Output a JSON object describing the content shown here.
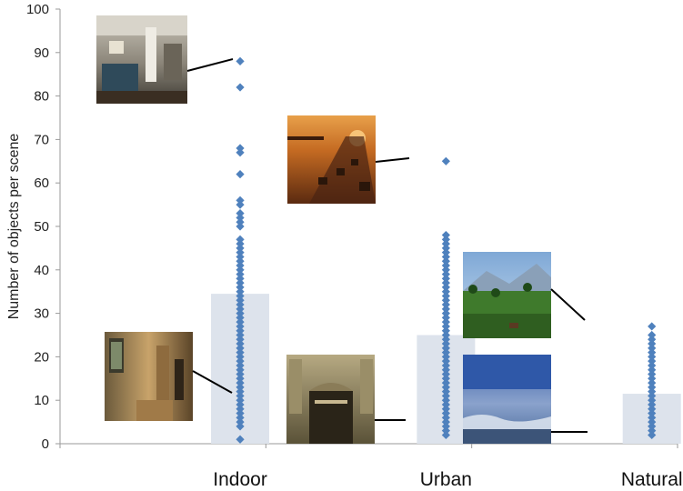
{
  "chart_data": {
    "type": "bar",
    "title": "",
    "xlabel": "",
    "ylabel": "Number of objects per scene",
    "ylim": [
      0,
      100
    ],
    "yticks": [
      0,
      10,
      20,
      30,
      40,
      50,
      60,
      70,
      80,
      90,
      100
    ],
    "grid": false,
    "categories": [
      "Indoor",
      "Urban",
      "Natural"
    ],
    "values": [
      34.5,
      25,
      11.5
    ],
    "bar_color": "#dde3ec",
    "point_color": "#4f81bd",
    "points": [
      [
        1,
        4,
        5,
        6,
        7,
        8,
        9,
        10,
        11,
        12,
        13,
        14,
        15,
        16,
        17,
        18,
        19,
        20,
        21,
        22,
        23,
        24,
        25,
        26,
        27,
        28,
        29,
        30,
        31,
        32,
        33,
        34,
        35,
        36,
        37,
        38,
        39,
        40,
        41,
        42,
        43,
        44,
        45,
        46,
        47,
        50,
        51,
        52,
        53,
        55,
        56,
        62,
        67,
        68,
        82,
        88
      ],
      [
        2,
        3,
        4,
        5,
        6,
        7,
        8,
        9,
        10,
        11,
        12,
        13,
        14,
        15,
        16,
        17,
        18,
        19,
        20,
        21,
        22,
        23,
        24,
        25,
        26,
        27,
        28,
        29,
        30,
        31,
        32,
        33,
        34,
        35,
        36,
        37,
        38,
        39,
        40,
        41,
        42,
        43,
        44,
        45,
        46,
        47,
        48,
        65
      ],
      [
        2,
        3,
        4,
        5,
        6,
        7,
        8,
        9,
        10,
        11,
        12,
        13,
        14,
        15,
        16,
        17,
        18,
        19,
        20,
        21,
        22,
        23,
        24,
        25,
        27
      ]
    ],
    "thumbnails": [
      {
        "name": "indoor-office-photo",
        "category": "Indoor"
      },
      {
        "name": "indoor-hallway-photo",
        "category": "Indoor"
      },
      {
        "name": "urban-highway-photo",
        "category": "Urban"
      },
      {
        "name": "urban-building-entrance-photo",
        "category": "Urban"
      },
      {
        "name": "natural-mountain-meadow-photo",
        "category": "Natural"
      },
      {
        "name": "natural-sea-shore-photo",
        "category": "Natural"
      }
    ]
  }
}
